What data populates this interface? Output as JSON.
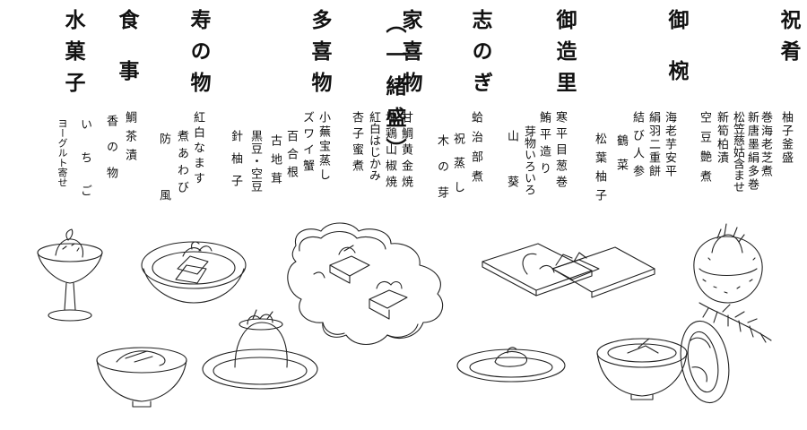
{
  "menu": {
    "sections": [
      {
        "title": "祝肴",
        "items": [
          "柚子釜盛",
          "巻海老芝煮",
          "新唐墨絹多巻",
          "松笠慈姑含ませ",
          "新筍柏漬",
          "空豆艶煮"
        ]
      },
      {
        "title": "御椀",
        "items": [
          "海老芋安平",
          "絹羽二重餅",
          "結び人参",
          "鶴菜",
          "松葉柚子"
        ]
      },
      {
        "title": "御造里",
        "items": [
          "寒平目葱巻",
          "鮪平造り",
          "芽物いろいろ",
          "山葵"
        ]
      },
      {
        "title": "志のぎ",
        "items": [
          "蛤治部煮",
          "祝蒸し",
          "木の芽"
        ]
      },
      {
        "title": "家喜物",
        "subtitle": "（一緒盛）",
        "items": [
          "甘鯛黄金焼",
          "地鶏山椒焼",
          "紅白はじかみ",
          "杏子蜜煮"
        ]
      },
      {
        "title": "多喜物",
        "items": [
          "小蕪宝蒸し",
          "ズワイ蟹",
          "百合根",
          "古地茸",
          "黒豆・空豆",
          "針柚子"
        ]
      },
      {
        "title": "寿の物",
        "items": [
          "紅白なます",
          "煮あわび",
          "防風"
        ]
      },
      {
        "title": "食事",
        "items": [
          "鯛茶漬",
          "香の物"
        ]
      },
      {
        "title": "水菓子",
        "items": [
          "いちご",
          "ヨーグルト寄せ"
        ]
      }
    ]
  }
}
